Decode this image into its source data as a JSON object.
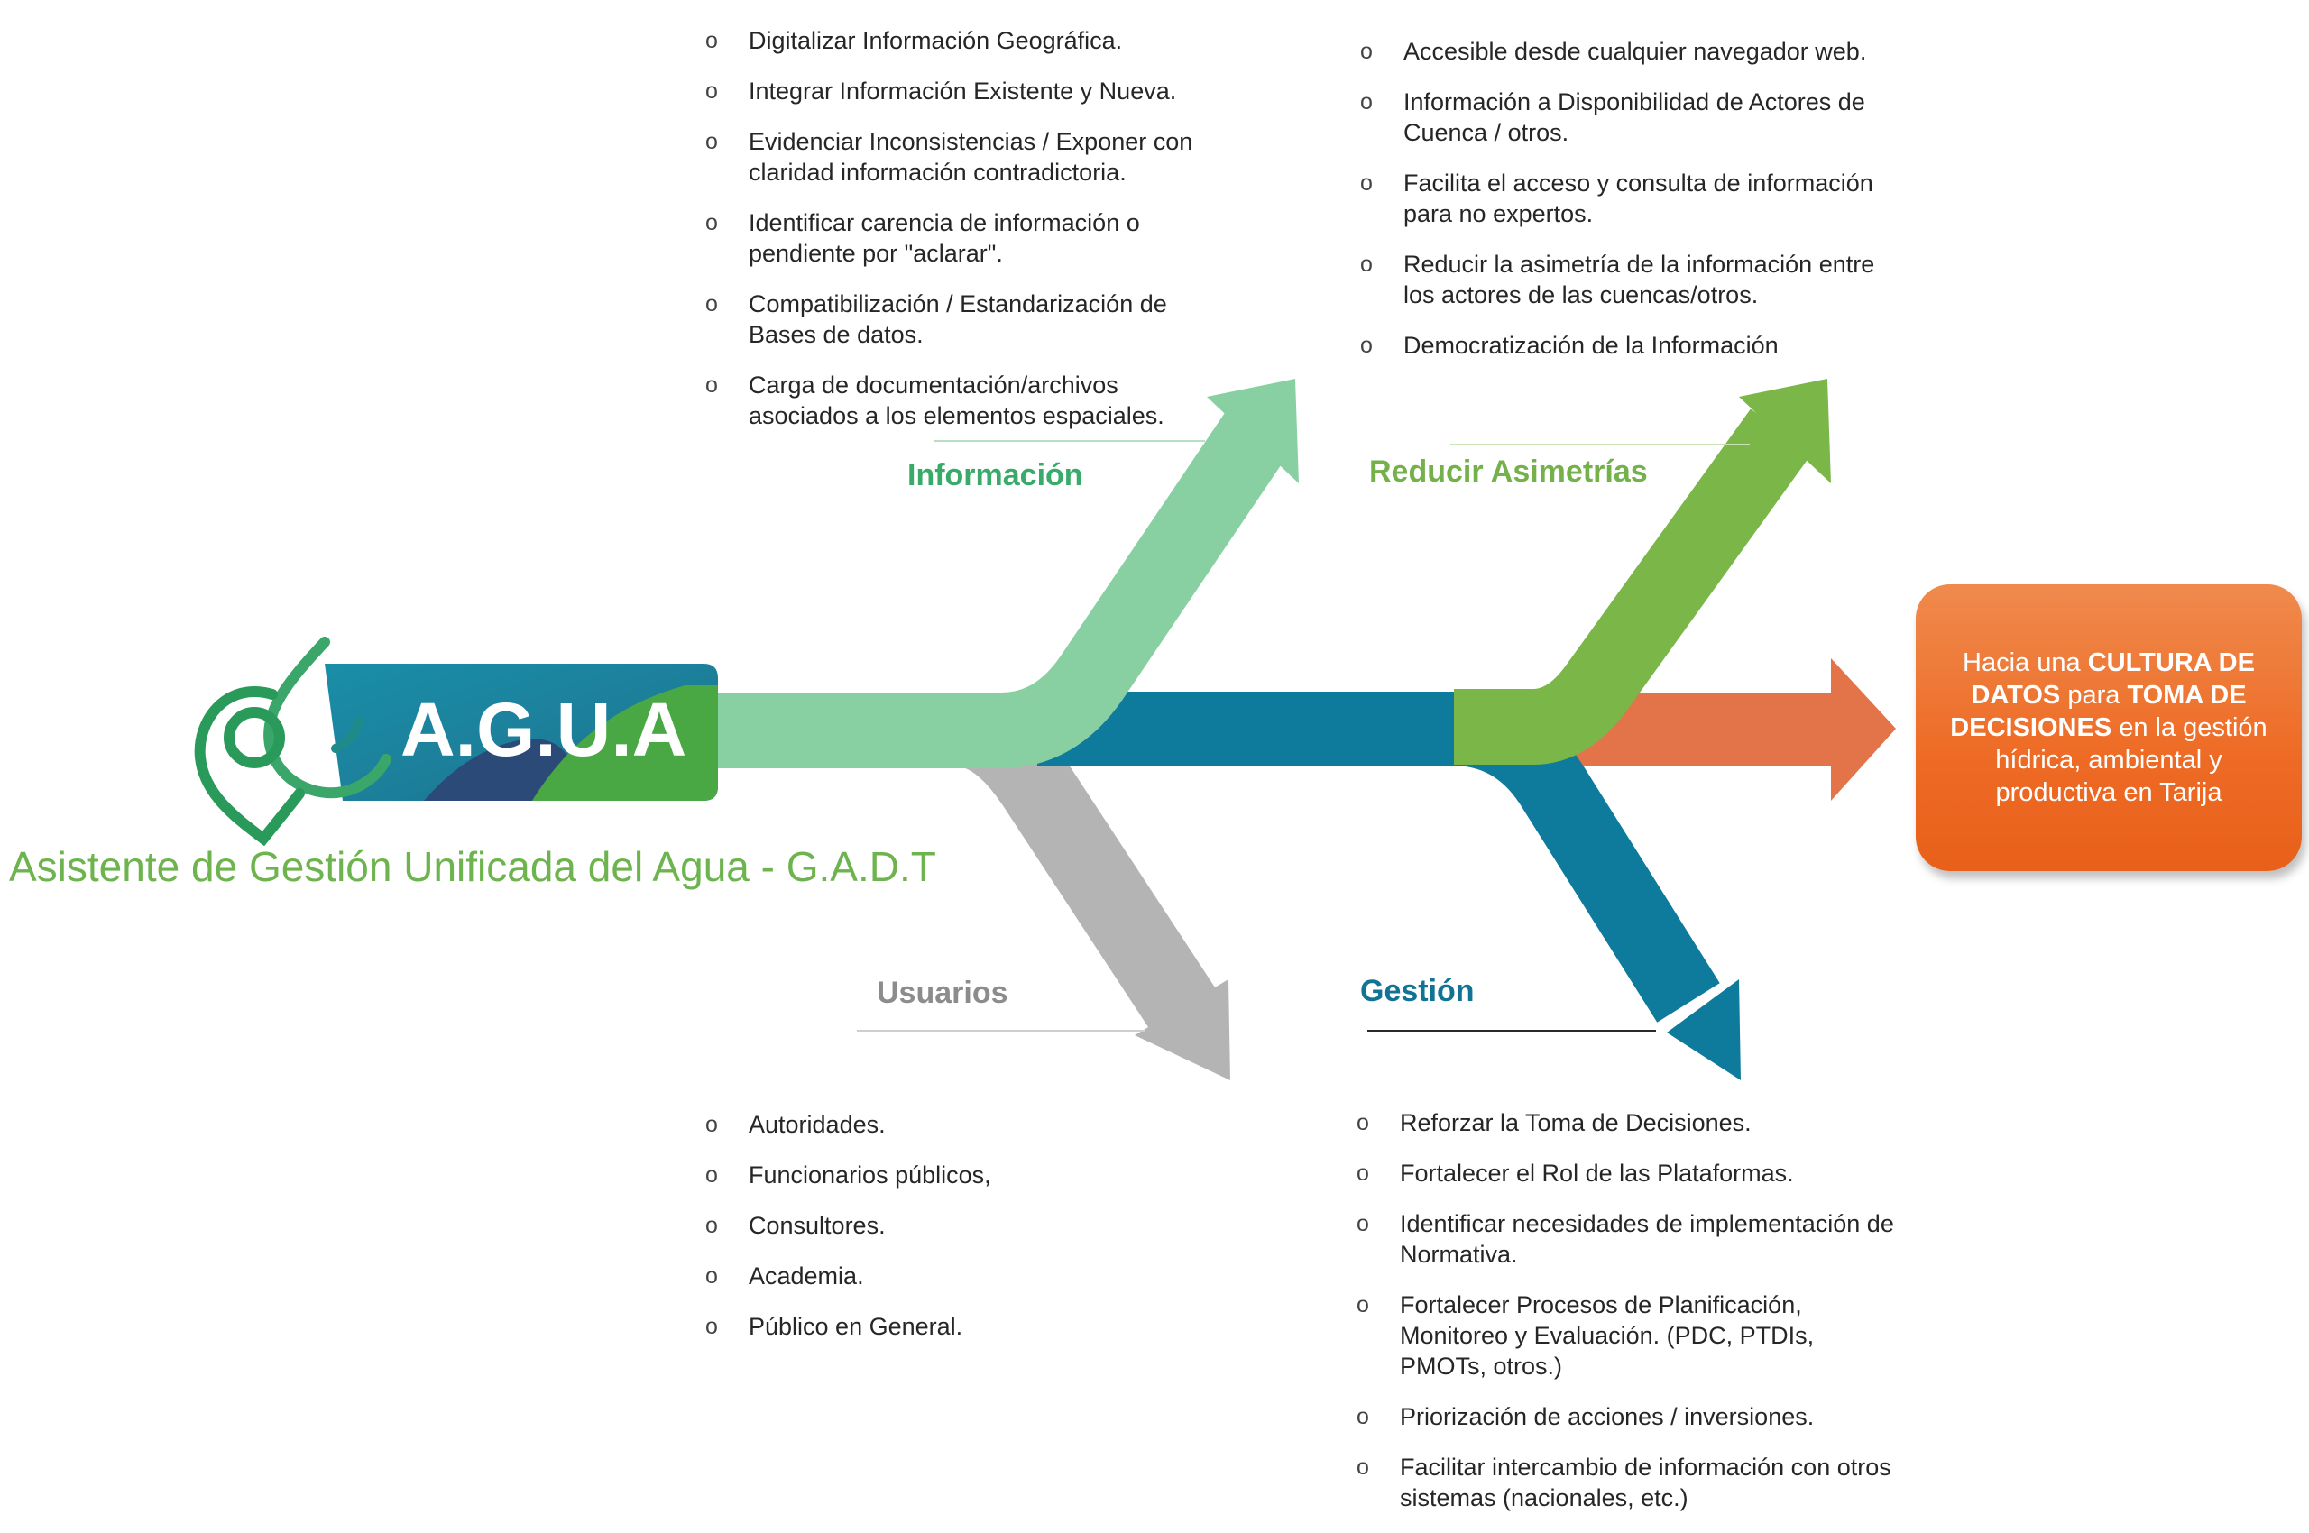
{
  "logo": {
    "brand": "A.G.U.A",
    "title": "Asistente de Gestión Unificada del Agua - G.A.D.T"
  },
  "colors": {
    "informacion": "#88d0a2",
    "reducir": "#7ab648",
    "usuarios": "#b4b4b4",
    "gestion": "#0f7b9c",
    "goal": "#ee6b25",
    "orange_arrow": "#e3744a",
    "label_informacion": "#3aaa6a",
    "label_reducir": "#74b14a",
    "label_usuarios": "#8c8c8c",
    "label_gestion": "#127494"
  },
  "branches": {
    "informacion": {
      "label": "Información",
      "items": [
        "Digitalizar Información Geográfica.",
        "Integrar Información Existente y Nueva.",
        "Evidenciar Inconsistencias / Exponer con claridad información contradictoria.",
        "Identificar carencia de información o pendiente por \"aclarar\".",
        "Compatibilización / Estandarización de Bases de datos.",
        "Carga de documentación/archivos asociados a los elementos espaciales."
      ]
    },
    "reducir": {
      "label": "Reducir Asimetrías",
      "items": [
        "Accesible desde cualquier navegador web.",
        "Información a Disponibilidad de Actores de Cuenca / otros.",
        "Facilita el acceso y consulta de información para no expertos.",
        "Reducir la asimetría de la información entre los actores de las cuencas/otros.",
        "Democratización de la Información"
      ]
    },
    "usuarios": {
      "label": "Usuarios",
      "items": [
        "Autoridades.",
        "Funcionarios públicos,",
        "Consultores.",
        "Academia.",
        "Público en General."
      ]
    },
    "gestion": {
      "label": "Gestión",
      "items": [
        "Reforzar la Toma de Decisiones.",
        "Fortalecer el Rol de las Plataformas.",
        "Identificar necesidades de implementación de Normativa.",
        "Fortalecer Procesos de Planificación, Monitoreo y Evaluación. (PDC, PTDIs, PMOTs, otros.)",
        "Priorización de acciones / inversiones.",
        "Facilitar intercambio de información con otros sistemas (nacionales, etc.)"
      ]
    }
  },
  "goal": {
    "t1": "Hacia una ",
    "b1": "CULTURA DE DATOS",
    "t2": " para ",
    "b2": "TOMA DE DECISIONES",
    "t3": " en la gestión hídrica, ambiental y productiva en Tarija"
  }
}
